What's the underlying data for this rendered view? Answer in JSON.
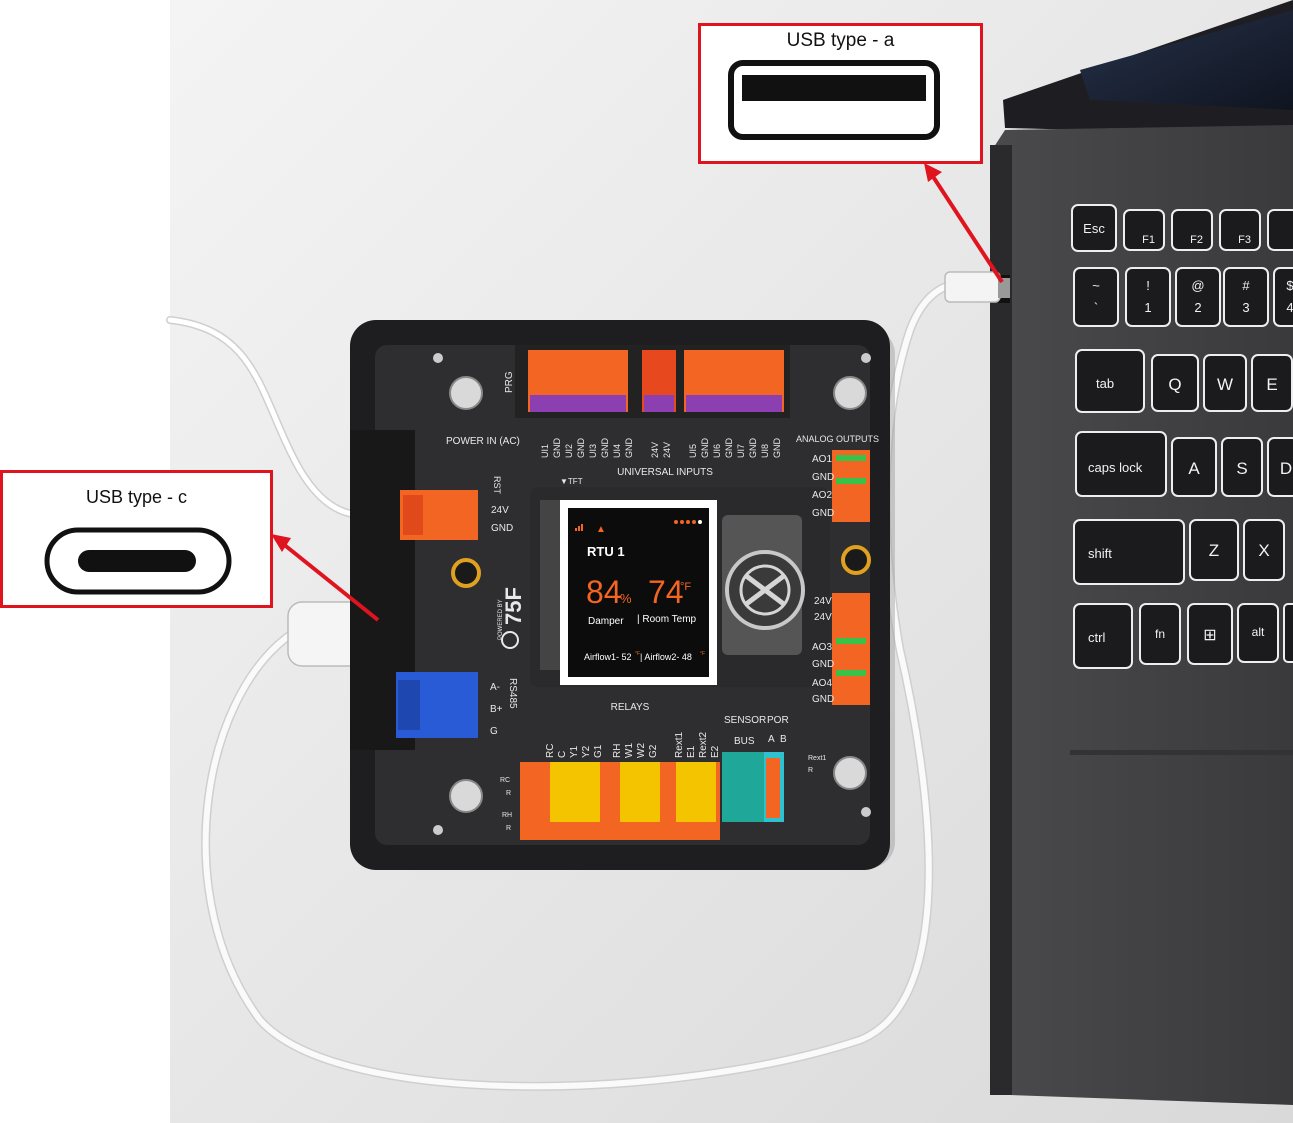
{
  "callouts": {
    "usb_a": {
      "title": "USB type - a"
    },
    "usb_c": {
      "title": "USB type - c"
    }
  },
  "controller": {
    "header_left": [
      "PRG",
      "POWER IN (AC)",
      "RST"
    ],
    "power_pins": [
      "24V",
      "GND"
    ],
    "universal_inputs_title": "UNIVERSAL INPUTS",
    "universal_inputs": [
      "UI1",
      "GND",
      "UI2",
      "GND",
      "UI3",
      "GND",
      "UI4",
      "GND",
      "24V",
      "24V",
      "UI5",
      "GND",
      "UI6",
      "GND",
      "UI7",
      "GND",
      "UI8",
      "GND"
    ],
    "analog_outputs_title": "ANALOG OUTPUTS",
    "analog_outputs": [
      "AO1",
      "GND",
      "AO2",
      "GND",
      "24V",
      "24V",
      "AO3",
      "GND",
      "AO4",
      "GND"
    ],
    "rs485_title": "RS485",
    "rs485": [
      "A-",
      "B+",
      "G"
    ],
    "relays_title": "RELAYS",
    "relays": [
      "RC",
      "C",
      "Y1",
      "Y2",
      "G1",
      "RH",
      "W1",
      "W2",
      "G2",
      "Rext1",
      "E1",
      "Rext2",
      "E2"
    ],
    "sensor_bus": [
      "SENSOR",
      "BUS"
    ],
    "por": [
      "POR",
      "A",
      "B"
    ],
    "tft_label": "▼TFT",
    "brand": {
      "powered_by": "POWERED BY",
      "name": "75F"
    },
    "side_small": [
      "RC",
      "R",
      "RH",
      "R"
    ],
    "rext_small": [
      "Rext1",
      "R"
    ]
  },
  "display": {
    "title": "RTU 1",
    "damper_value": "84",
    "damper_unit": "%",
    "damper_label": "Damper",
    "temp_value": "74",
    "temp_unit": "°F",
    "temp_label": "| Room Temp",
    "airflow1": "Airflow1- 52",
    "airflow1_unit": "°F",
    "airflow2": "| Airflow2- 48",
    "airflow2_unit": "°F"
  },
  "laptop": {
    "keys_row1": [
      "Esc",
      "F1",
      "F2",
      "F3"
    ],
    "keys_row2": [
      [
        "~",
        "`"
      ],
      [
        "!",
        "1"
      ],
      [
        "@",
        "2"
      ],
      [
        "#",
        "3"
      ],
      [
        "$",
        "4"
      ]
    ],
    "keys_row3": [
      "tab",
      "Q",
      "W",
      "E"
    ],
    "keys_row4": [
      "caps lock",
      "A",
      "S",
      "D"
    ],
    "keys_row5": [
      "shift",
      "Z",
      "X"
    ],
    "keys_row6": [
      "ctrl",
      "fn",
      "⊞",
      "alt"
    ]
  },
  "colors": {
    "accent_red": "#e0141e",
    "terminal_orange": "#f26522",
    "terminal_purple": "#8b3fb0",
    "terminal_yellow": "#f5c400",
    "terminal_blue": "#2a5bd7",
    "terminal_teal": "#1fa89a",
    "terminal_green": "#39c24a"
  }
}
